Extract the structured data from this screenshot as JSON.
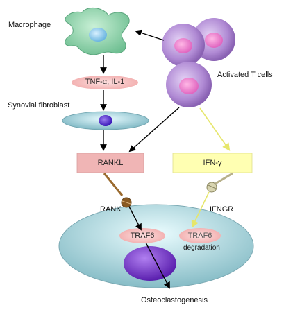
{
  "labels": {
    "macrophage": "Macrophage",
    "activated_t_cells": "Activated T cells",
    "cytokines": "TNF-α, IL-1",
    "synovial_fibroblast": "Synovial fibroblast",
    "rankl": "RANKL",
    "ifn_gamma": "IFN-γ",
    "rank": "RANK",
    "ifngr": "IFNGR",
    "traf6_left": "TRAF6",
    "traf6_right": "TRAF6",
    "degradation": "degradation",
    "osteoclastogenesis": "Osteoclastogenesis"
  },
  "colors": {
    "rankl_box": "#f0b5b5",
    "ifn_box": "#ffffb0",
    "arrow_black": "#000000",
    "arrow_yellow": "#eaea70",
    "t_cell": "#b48fd6",
    "macrophage": "#8fd0a8",
    "osteoclast": "#a9d6dc"
  }
}
